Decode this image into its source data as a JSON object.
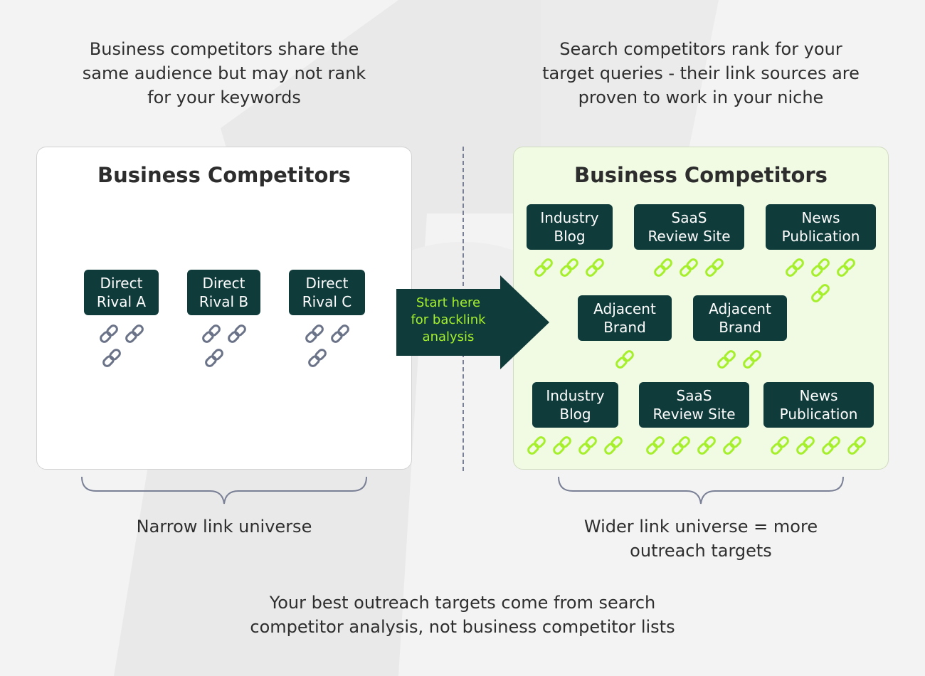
{
  "colors": {
    "node_bg": "#0f3b3b",
    "accent": "#a6ef2c",
    "left_link": "#6b7388",
    "right_panel_bg": "#f1fae3",
    "divider": "#7a8096"
  },
  "captions": {
    "left_top": "Business competitors share the\nsame audience but may not rank\nfor your keywords",
    "right_top": "Search competitors rank for your\ntarget queries - their link sources are\nproven to work in your niche",
    "left_bottom": "Narrow link universe",
    "right_bottom": "Wider link universe = more\noutreach targets",
    "footer": "Your best outreach targets come from search\ncompetitor analysis, not business competitor lists"
  },
  "left_panel": {
    "title": "Business Competitors",
    "nodes": [
      {
        "label": "Direct\nRival A",
        "links": 3
      },
      {
        "label": "Direct\nRival B",
        "links": 3
      },
      {
        "label": "Direct\nRival C",
        "links": 3
      }
    ]
  },
  "arrow": {
    "label": "Start here\nfor backlink\nanalysis"
  },
  "right_panel": {
    "title": "Business Competitors",
    "nodes": [
      {
        "label": "Industry\nBlog",
        "links": 3
      },
      {
        "label": "SaaS\nReview Site",
        "links": 3
      },
      {
        "label": "News\nPublication",
        "links": 4
      },
      {
        "label": "Adjacent\nBrand",
        "links": 1
      },
      {
        "label": "Adjacent\nBrand",
        "links": 2
      },
      {
        "label": "Industry\nBlog",
        "links": 4
      },
      {
        "label": "SaaS\nReview Site",
        "links": 4
      },
      {
        "label": "News\nPublication",
        "links": 4
      }
    ]
  }
}
